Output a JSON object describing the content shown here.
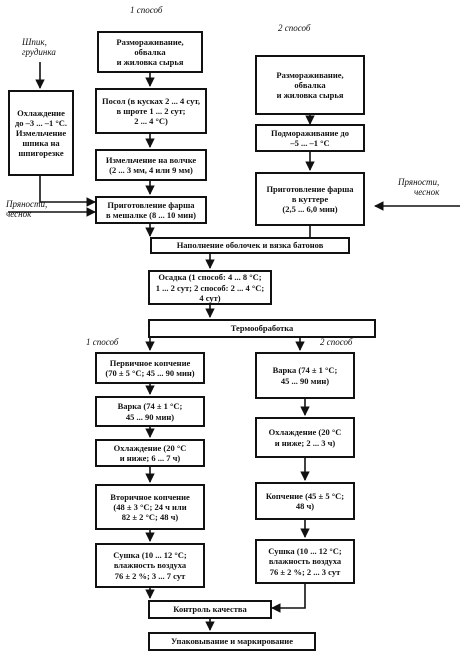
{
  "headers": {
    "method1_top": "1 способ",
    "method2_top": "2 способ",
    "method1_mid": "1 способ",
    "method2_mid": "2 способ"
  },
  "inputs": {
    "pork": "Шпик,\nгрудинка",
    "spices_left": "Пряности,\nчеснок",
    "spices_right": "Пряности,\nчеснок"
  },
  "steps": {
    "s1_thaw": "Размораживание,\nобвалка\nи жиловка сырья",
    "s1_salt": "Посол (в кусках 2 ... 4 сут,\nв шроте 1 ... 2 сут;\n2 ... 4 °С)",
    "s1_mince": "Измельчение на волчке\n(2 ... 3 мм, 4 или 9 мм)",
    "s1_prep": "Приготовление фарша\nв мешалке (8 ... 10 мин)",
    "fat_cool": "Охлаждение\nдо –3 ... –1 °С.\nИзмельчение\nшпика на\nшпигорезке",
    "s2_thaw": "Размораживание,\nобвалка\nи жиловка сырья",
    "s2_freeze": "Подмораживание до\n–5 ... –1 °С",
    "s2_prep": "Приготовление фарша\nв куттере\n(2,5 ... 6,0 мин)",
    "fill": "Наполнение оболочек и вязка батонов",
    "settle": "Осадка (1 способ: 4 ... 8 °С;\n1 ... 2 сут; 2 способ: 2 ... 4 °С; 4 сут)",
    "thermal": "Термообработка",
    "m1_smoke1": "Первичное копчение\n(70 ± 5 °С; 45 ... 90 мин)",
    "m1_cook": "Варка (74 ± 1 °С;\n45 ... 90 мин)",
    "m1_cool": "Охлаждение (20 °С\nи ниже; 6 ... 7 ч)",
    "m1_smoke2": "Вторичное копчение\n(48 ± 3 °С; 24 ч или\n82 ± 2 °С; 48 ч)",
    "m1_dry": "Сушка (10 ... 12 °С;\nвлажность воздуха\n76 ± 2 %; 3 ... 7 сут",
    "m2_cook": "Варка (74 ± 1 °С;\n45 ... 90 мин)",
    "m2_cool": "Охлаждение (20 °С\nи ниже; 2 ... 3 ч)",
    "m2_smoke": "Копчение (45 ± 5 °С;\n48 ч)",
    "m2_dry": "Сушка (10 ... 12 °С;\nвлажность воздуха\n76 ± 2 %; 2 ... 3 сут",
    "quality": "Контроль качества",
    "pack": "Упаковывание и маркирование"
  }
}
